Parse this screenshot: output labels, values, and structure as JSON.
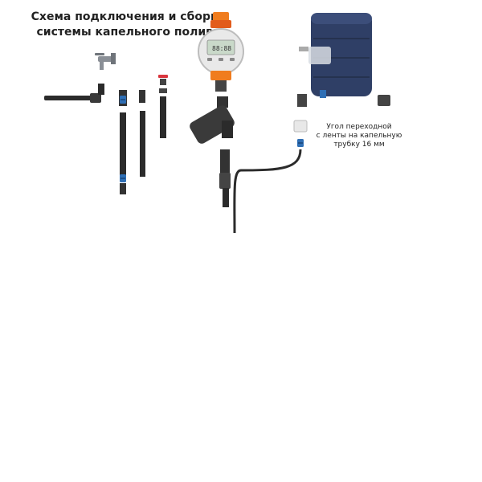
{
  "title": {
    "line1": "Схема подключения и сборки",
    "line2": "системы капельного полива"
  },
  "callout": {
    "line1": "Угол переходной",
    "line2": "с ленты на капельную",
    "line3": "трубку 16 мм"
  },
  "colors": {
    "pipe": "#2b2b2b",
    "fitting_blue": "#2f6fb5",
    "valve_red": "#d9363e",
    "timer_orange": "#f07c1e",
    "leaf_green": "#5cb848",
    "tank_navy": "#2f3f66",
    "water_blue": "#4ab2e8",
    "carrot_orange": "#f08a24"
  },
  "icons": [
    "tap-icon",
    "timer-icon",
    "filter-icon",
    "tank-icon",
    "sprinkler-icon",
    "watering-can-icon",
    "strawberry-plant-icon",
    "carrot-icon",
    "pumpkin-icon",
    "seedling-icon",
    "bee-icon"
  ]
}
